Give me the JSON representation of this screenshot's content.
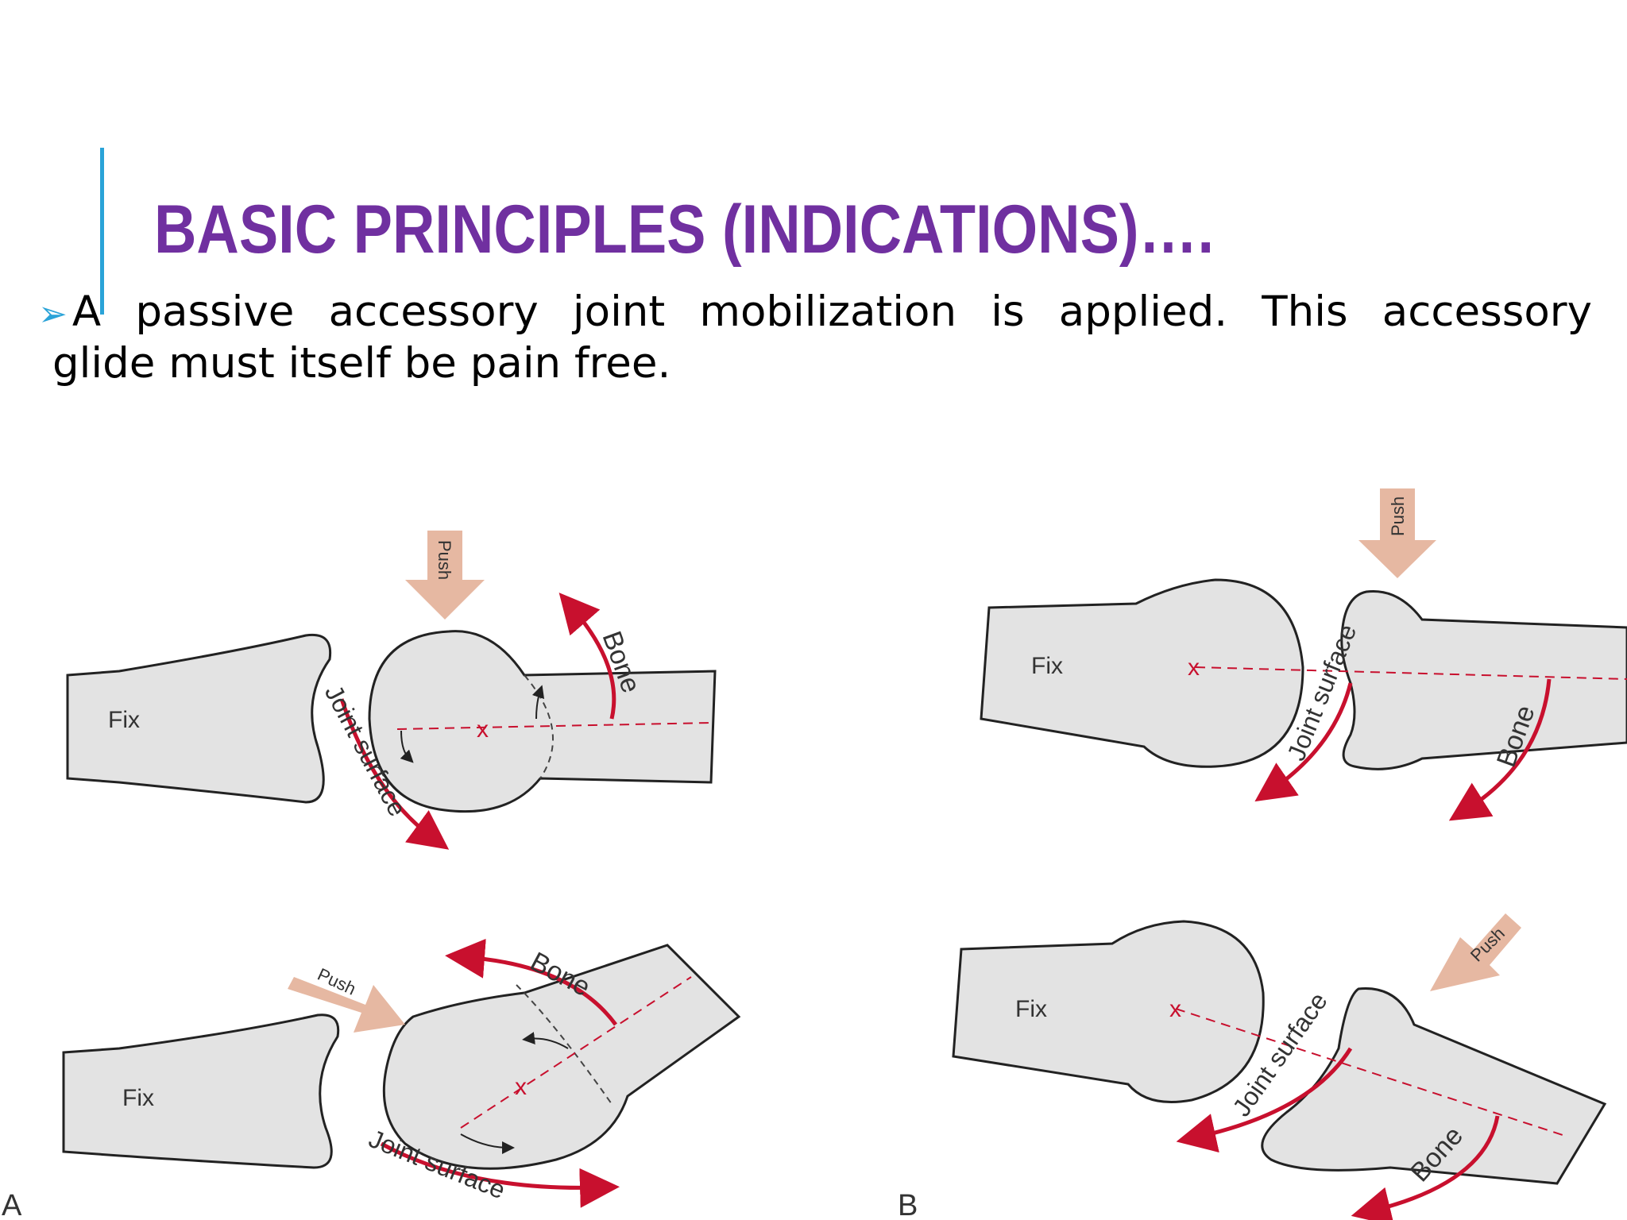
{
  "slide": {
    "title": "BASIC PRINCIPLES (INDICATIONS)….",
    "bullet_words": [
      "A",
      "passive",
      "accessory",
      "joint",
      "mobilization",
      "is",
      "applied.",
      "This",
      "accessory"
    ],
    "bullet_line2": "glide must itself be pain free."
  },
  "figure": {
    "panel_a_label": "A",
    "panel_b_label": "B",
    "fix": "Fix",
    "push": "Push",
    "bone": "Bone",
    "joint_surface": "Joint surface",
    "x_mark": "x",
    "colors": {
      "bone_fill": "#e3e3e3",
      "outline": "#222222",
      "arrow_red": "#c8102e",
      "push_arrow": "#e6b8a2",
      "title_purple": "#7030a0",
      "accent_blue": "#2aa3d8"
    }
  }
}
